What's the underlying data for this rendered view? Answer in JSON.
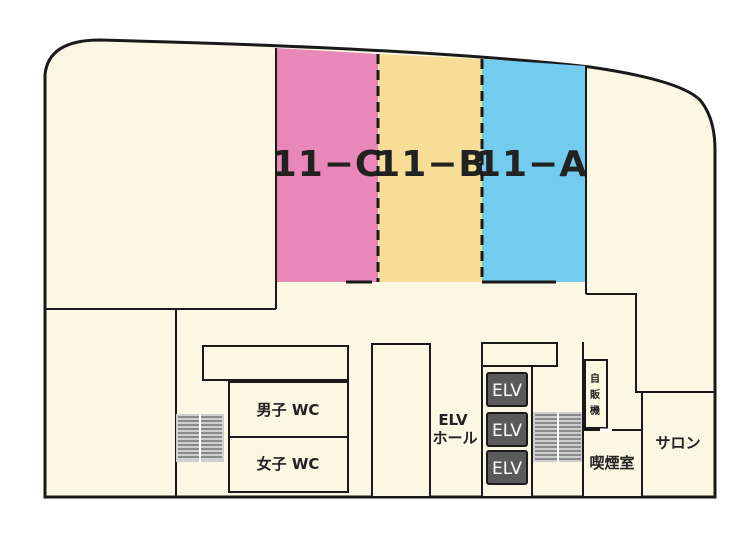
{
  "rooms": [
    {
      "label": "11−C",
      "color": "#E887B8"
    },
    {
      "label": "11−B",
      "color": "#F7DD95"
    },
    {
      "label": "11−A",
      "color": "#73CBEE"
    }
  ],
  "labels": {
    "men_wc": "男子 WC",
    "women_wc": "女子 WC",
    "elv_hall_line1": "ELV",
    "elv_hall_line2": "ホール",
    "elevator": "ELV",
    "vending_1": "自",
    "vending_2": "販",
    "vending_3": "機",
    "smoking_room": "喫煙室",
    "salon": "サロン"
  },
  "colors": {
    "floor": "#FAF8E2",
    "wall": "#1a1a1a",
    "stairs": "#9a9a9a",
    "elevator": "#5a5a5a"
  }
}
